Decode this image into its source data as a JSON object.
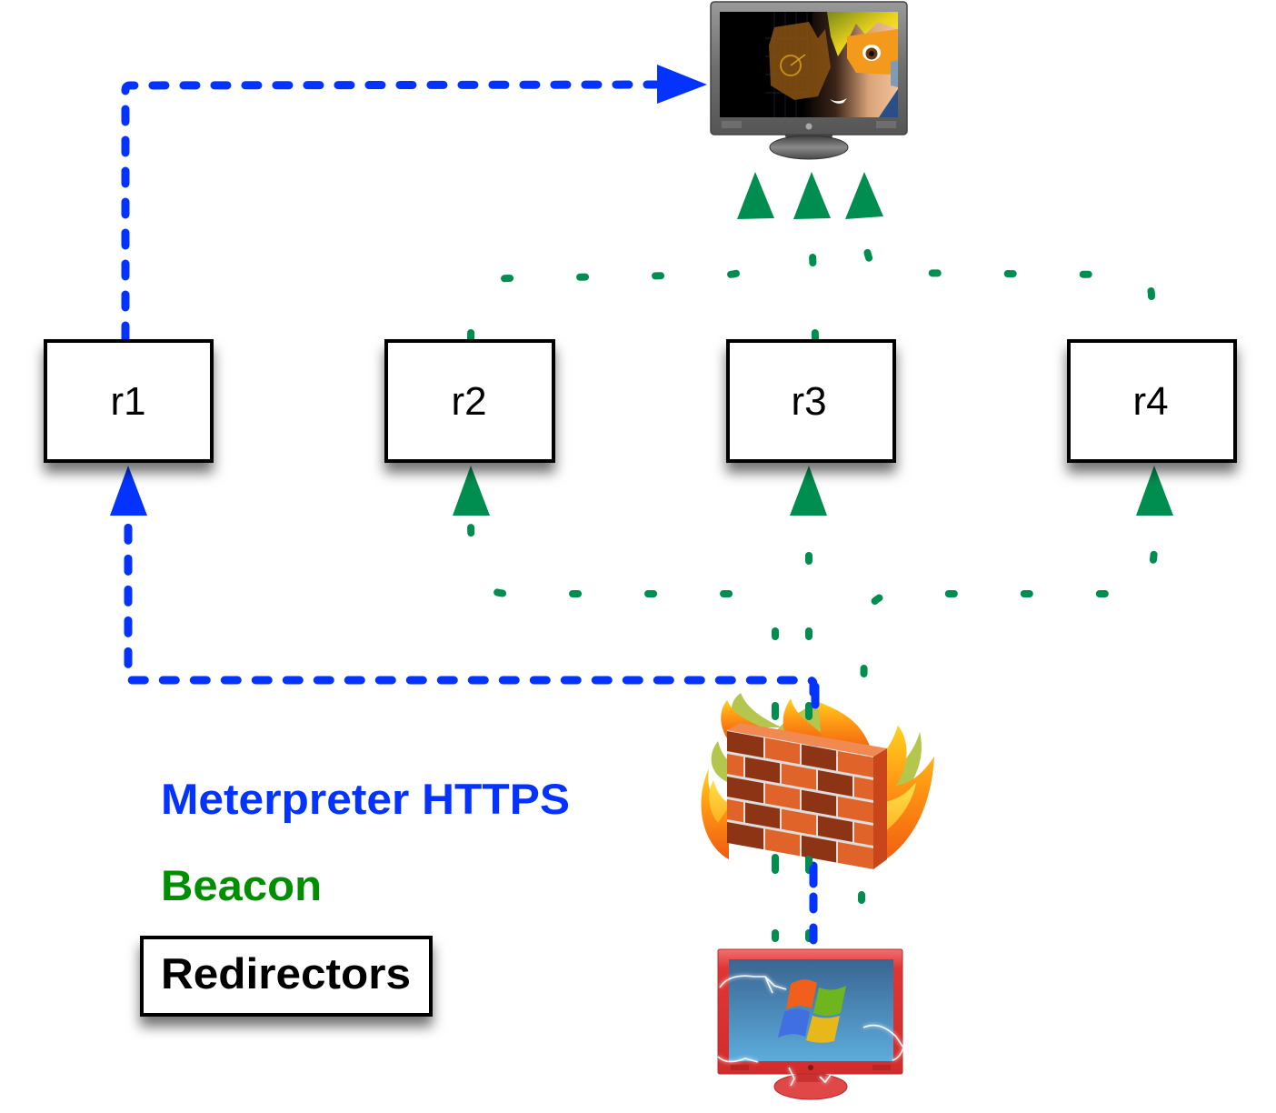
{
  "diagram": {
    "redirectors": [
      {
        "id": "r1",
        "label": "r1"
      },
      {
        "id": "r2",
        "label": "r2"
      },
      {
        "id": "r3",
        "label": "r3"
      },
      {
        "id": "r4",
        "label": "r4"
      }
    ],
    "icons": {
      "attacker": "monitor-anime-hacker-icon",
      "firewall": "firewall-icon",
      "target": "windows-monitor-icon"
    },
    "legend": {
      "meterpreter_label": "Meterpreter HTTPS",
      "beacon_label": "Beacon",
      "redirectors_label": "Redirectors"
    },
    "edges": [
      {
        "from": "target",
        "to": "r1",
        "channel": "Meterpreter HTTPS",
        "via": "firewall"
      },
      {
        "from": "r1",
        "to": "attacker",
        "channel": "Meterpreter HTTPS"
      },
      {
        "from": "target",
        "to": "r2",
        "channel": "Beacon",
        "via": "firewall"
      },
      {
        "from": "target",
        "to": "r3",
        "channel": "Beacon",
        "via": "firewall"
      },
      {
        "from": "target",
        "to": "r4",
        "channel": "Beacon",
        "via": "firewall"
      },
      {
        "from": "r2",
        "to": "attacker",
        "channel": "Beacon"
      },
      {
        "from": "r3",
        "to": "attacker",
        "channel": "Beacon"
      },
      {
        "from": "r4",
        "to": "attacker",
        "channel": "Beacon"
      }
    ],
    "colors": {
      "meterpreter": "#0433ff",
      "beacon_line": "#008e50",
      "beacon_text": "#008f00",
      "box_stroke": "#000000"
    }
  }
}
